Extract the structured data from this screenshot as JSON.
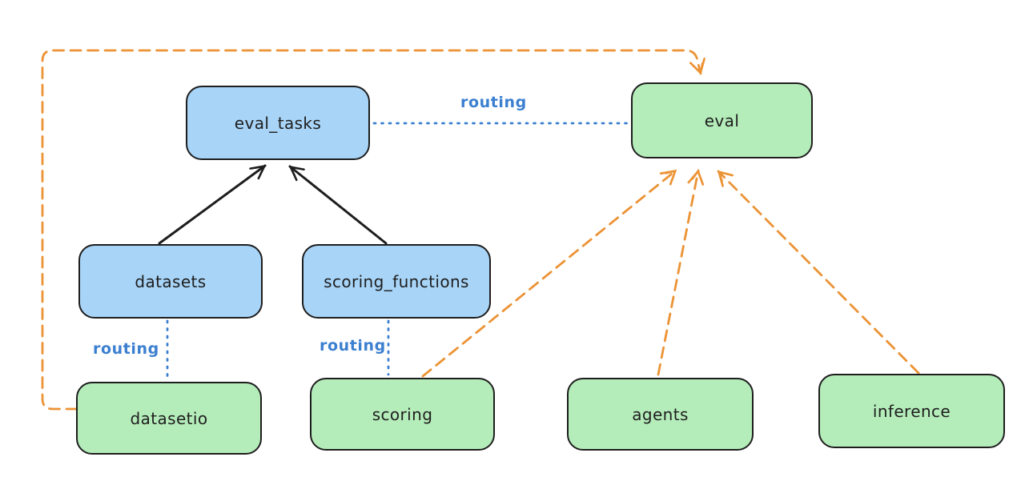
{
  "diagram": {
    "background": "#ffffff",
    "nodes": [
      {
        "id": "eval_tasks",
        "label": "eval_tasks",
        "fill": "#a8d4f7"
      },
      {
        "id": "eval",
        "label": "eval",
        "fill": "#b5edba"
      },
      {
        "id": "datasets",
        "label": "datasets",
        "fill": "#a8d4f7"
      },
      {
        "id": "scoring_functions",
        "label": "scoring_functions",
        "fill": "#a8d4f7"
      },
      {
        "id": "datasetio",
        "label": "datasetio",
        "fill": "#b5edba"
      },
      {
        "id": "scoring",
        "label": "scoring",
        "fill": "#b5edba"
      },
      {
        "id": "agents",
        "label": "agents",
        "fill": "#b5edba"
      },
      {
        "id": "inference",
        "label": "inference",
        "fill": "#b5edba"
      }
    ],
    "edges": [
      {
        "from": "datasets",
        "to": "eval_tasks",
        "style": "solid-arrow",
        "color": "#1e1e1e"
      },
      {
        "from": "scoring_functions",
        "to": "eval_tasks",
        "style": "solid-arrow",
        "color": "#1e1e1e"
      },
      {
        "from": "eval_tasks",
        "to": "eval",
        "style": "dotted",
        "color": "#3b7fd0",
        "label": "routing"
      },
      {
        "from": "datasets",
        "to": "datasetio",
        "style": "dotted",
        "color": "#3b7fd0",
        "label": "routing"
      },
      {
        "from": "scoring_functions",
        "to": "scoring",
        "style": "dotted",
        "color": "#3b7fd0",
        "label": "routing"
      },
      {
        "from": "datasetio",
        "to": "eval",
        "style": "dashed-arrow",
        "color": "#ec9335"
      },
      {
        "from": "scoring",
        "to": "eval",
        "style": "dashed-arrow",
        "color": "#ec9335"
      },
      {
        "from": "agents",
        "to": "eval",
        "style": "dashed-arrow",
        "color": "#ec9335"
      },
      {
        "from": "inference",
        "to": "eval",
        "style": "dashed-arrow",
        "color": "#ec9335"
      }
    ],
    "colors": {
      "node_stroke": "#1e1e1e",
      "blue_fill": "#a8d4f7",
      "green_fill": "#b5edba",
      "routing_blue": "#3b7fd0",
      "orange": "#ec9335",
      "black_arrow": "#1e1e1e"
    }
  }
}
